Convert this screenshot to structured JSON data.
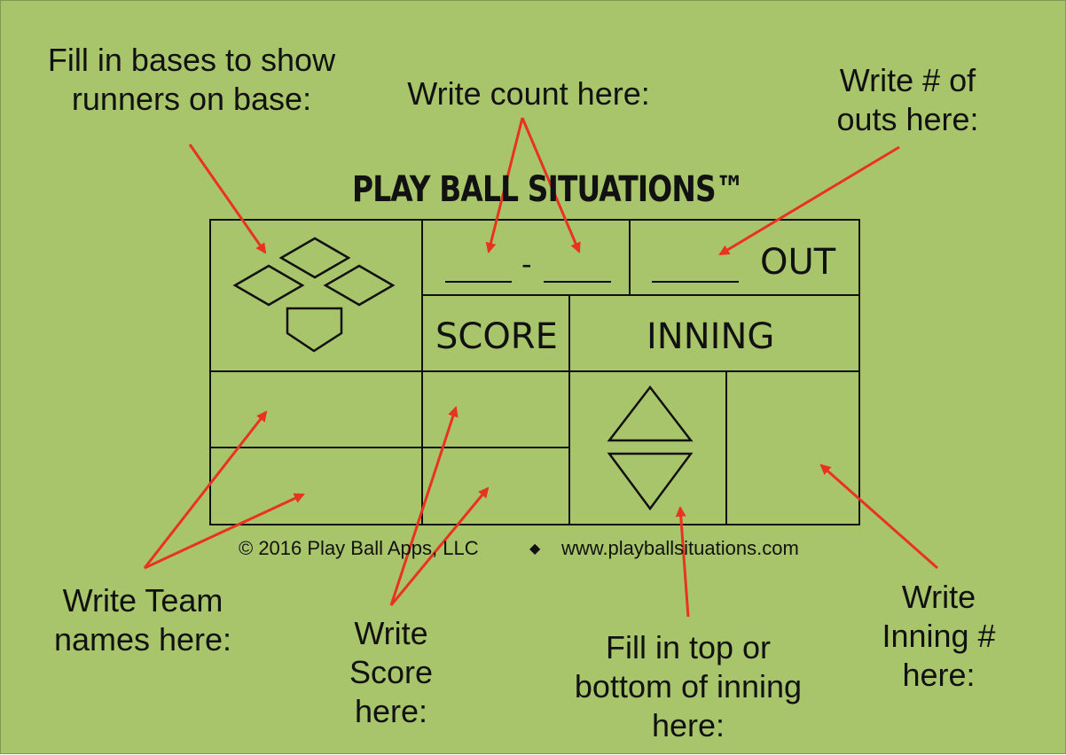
{
  "card": {
    "title": "PLAY BALL SITUATIONS™",
    "count_dash": "-",
    "out_label": "OUT",
    "score_label": "SCORE",
    "inning_label": "INNING",
    "copyright": "© 2016 Play Ball Apps, LLC",
    "separator": "◆",
    "website": "www.playballsituations.com"
  },
  "annotations": {
    "bases": "Fill in bases to show\nrunners on base:",
    "count": "Write count here:",
    "outs": "Write # of\nouts here:",
    "teams": "Write Team\nnames here:",
    "score": "Write\nScore\nhere:",
    "half_inning": "Fill in top or\nbottom of inning\nhere:",
    "inning_number": "Write\nInning #\nhere:"
  },
  "colors": {
    "background": "#a9c56b",
    "arrow": "#e8331f",
    "lines": "#111111"
  }
}
